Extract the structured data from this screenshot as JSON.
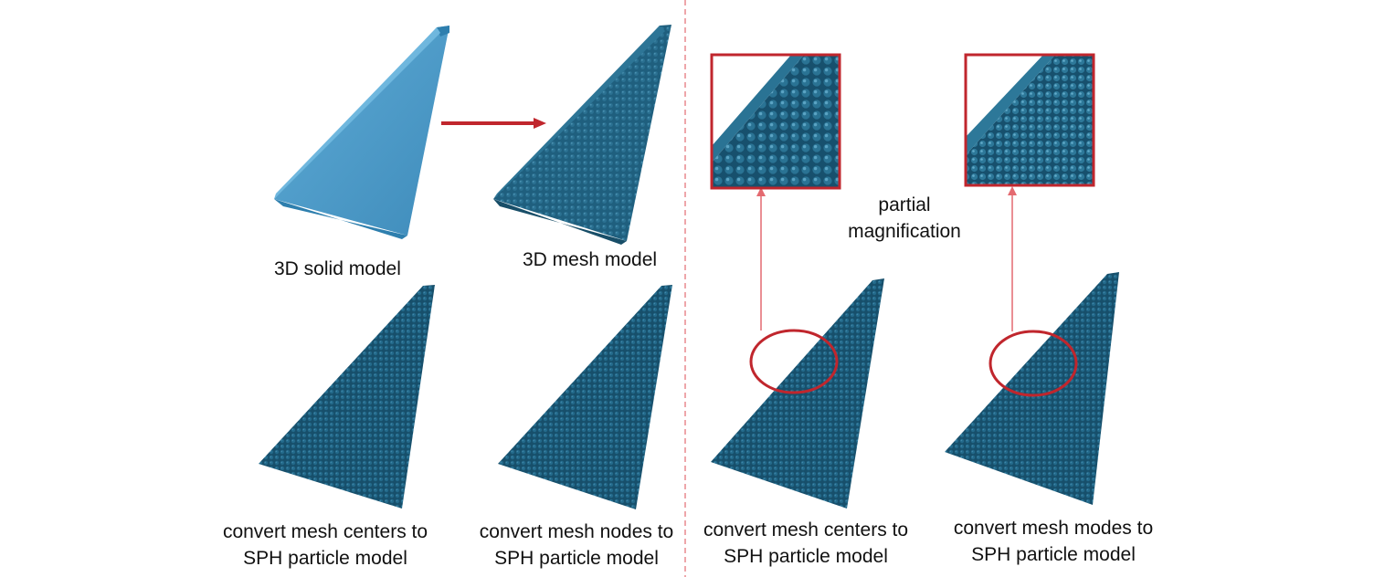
{
  "colors": {
    "solid_fill": "#4d9bc9",
    "solid_edge": "#2e7fae",
    "mesh_fill": "#1f5f7e",
    "particle_fill": "#1a5775",
    "accent_red": "#c0262d",
    "divider_red": "#e8898d"
  },
  "labels": {
    "solid_model": "3D solid model",
    "mesh_model": "3D mesh model",
    "partial_magnification": {
      "line1": "partial",
      "line2": "magnification"
    }
  },
  "panels": [
    {
      "line1": "convert mesh centers to",
      "line2": "SPH particle model"
    },
    {
      "line1": "convert mesh nodes to",
      "line2": "SPH particle model"
    },
    {
      "line1": "convert mesh centers to",
      "line2": "SPH particle model"
    },
    {
      "line1": "convert mesh modes to",
      "line2": "SPH particle model"
    }
  ]
}
